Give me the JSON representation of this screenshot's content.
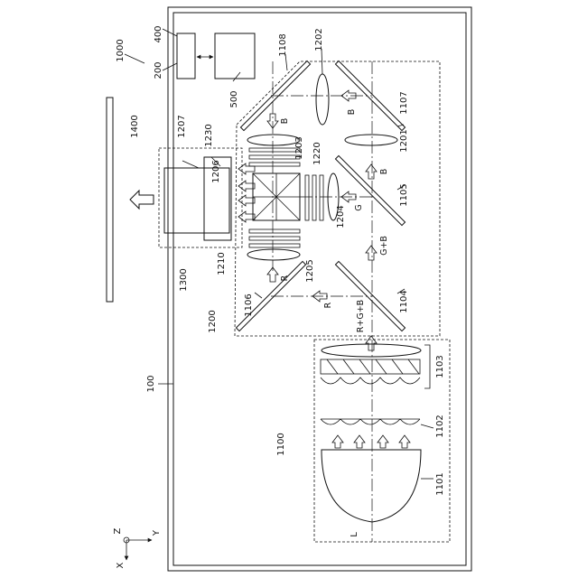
{
  "labels": {
    "system": "1000",
    "housing": "100",
    "illumination": "1100",
    "light_source": "1101",
    "lens_array_1": "1102",
    "lens_unit": "1103",
    "mirror_1104": "1104",
    "mirror_1105": "1105",
    "mirror_1106": "1106",
    "mirror_1107": "1107",
    "mirror_1108": "1108",
    "image_unit": "1200",
    "lens_1201": "1201",
    "lens_1202": "1202",
    "lens_1203": "1203",
    "lens_1204": "1204",
    "lens_1205": "1205",
    "prism": "1206",
    "projection_lens": "1207",
    "panel_1210": "1210",
    "panel_1220": "1220",
    "panel_1230": "1230",
    "projection_unit": "1300",
    "screen": "1400",
    "controller": "200",
    "interface": "400",
    "power": "500",
    "lamp_point": "L"
  },
  "rays": {
    "rgb": "R+G+B",
    "gb": "G+B",
    "g": "G",
    "r": "R",
    "b": "B"
  },
  "axes": {
    "z": "Z",
    "y": "Y",
    "x": "X"
  }
}
